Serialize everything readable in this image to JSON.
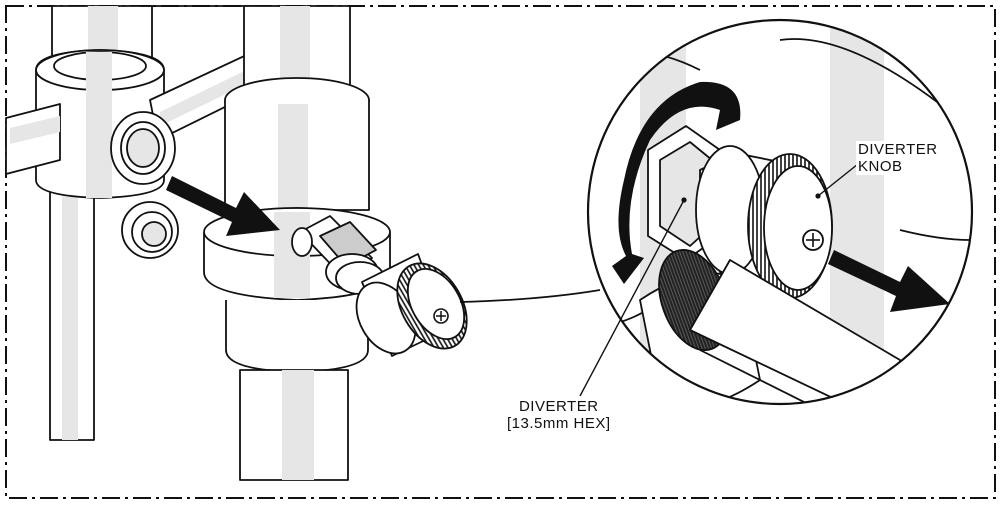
{
  "labels": {
    "diverter_knob": {
      "line1": "DIVERTER",
      "line2": "KNOB"
    },
    "diverter": {
      "line1": "DIVERTER",
      "line2": "[13.5mm HEX]"
    }
  },
  "icons": [
    "arrow-icon",
    "rotation-arrow-icon",
    "screw-icon",
    "knurled-knob-icon"
  ],
  "colors": {
    "line": "#111111",
    "shade": "#e6e6e6",
    "background": "#ffffff"
  }
}
